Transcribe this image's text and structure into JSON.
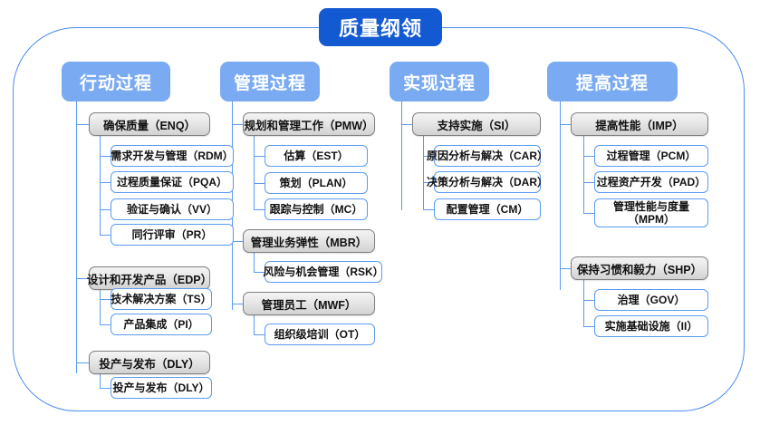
{
  "diagram": {
    "title": "质量纲领",
    "frame_color": "#4d8df0",
    "title_color": "#1259d2",
    "header_color": "#7aaaf2",
    "leaf_border_color": "#5b9bf0",
    "columns": [
      {
        "header": "行动过程",
        "groups": [
          {
            "label": "确保质量（ENQ）",
            "children": [
              "需求开发与管理（RDM）",
              "过程质量保证（PQA）",
              "验证与确认（VV）",
              "同行评审（PR）"
            ]
          },
          {
            "label": "设计和开发产品（EDP）",
            "children": [
              "技术解决方案（TS）",
              "产品集成（PI）"
            ]
          },
          {
            "label": "投产与发布（DLY）",
            "children": [
              "投产与发布（DLY）"
            ]
          }
        ]
      },
      {
        "header": "管理过程",
        "groups": [
          {
            "label": "规划和管理工作（PMW）",
            "children": [
              "估算（EST）",
              "策划（PLAN）",
              "跟踪与控制（MC）"
            ]
          },
          {
            "label": "管理业务弹性（MBR）",
            "children": [
              "风险与机会管理（RSK）"
            ]
          },
          {
            "label": "管理员工（MWF）",
            "children": [
              "组织级培训（OT）"
            ]
          }
        ]
      },
      {
        "header": "实现过程",
        "groups": [
          {
            "label": "支持实施（SI）",
            "children": [
              "原因分析与解决（CAR）",
              "决策分析与解决（DAR）",
              "配置管理（CM）"
            ]
          }
        ]
      },
      {
        "header": "提高过程",
        "groups": [
          {
            "label": "提高性能（IMP）",
            "children": [
              "过程管理（PCM）",
              "过程资产开发（PAD）",
              "管理性能与度量（MPM）"
            ]
          },
          {
            "label": "保持习惯和毅力（SHP）",
            "children": [
              "治理（GOV）",
              "实施基础设施（II）"
            ]
          }
        ]
      }
    ]
  }
}
